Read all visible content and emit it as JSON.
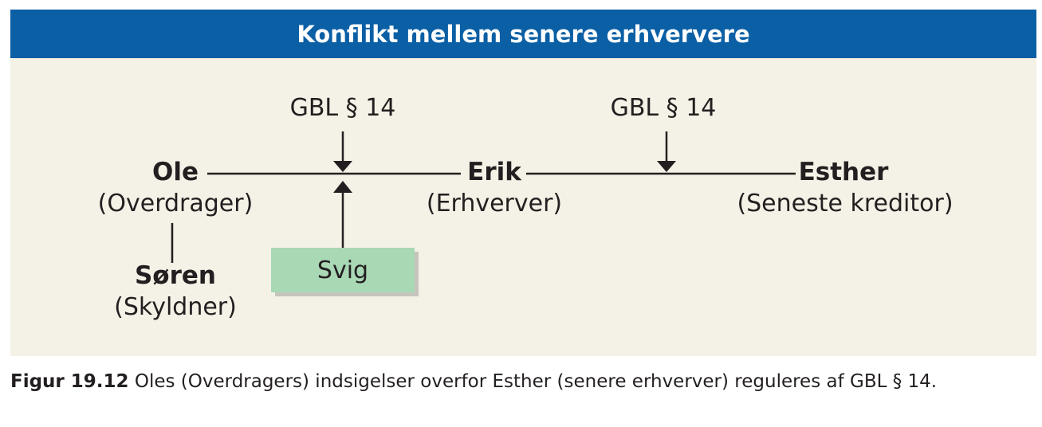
{
  "header": {
    "title": "Konflikt mellem senere erhververe"
  },
  "nodes": {
    "ole": {
      "name": "Ole",
      "role": "(Overdrager)"
    },
    "erik": {
      "name": "Erik",
      "role": "(Erhverver)"
    },
    "esther": {
      "name": "Esther",
      "role": "(Seneste kreditor)"
    },
    "soren": {
      "name": "Søren",
      "role": "(Skyldner)"
    }
  },
  "arrows": {
    "law_left": "GBL § 14",
    "law_right": "GBL § 14"
  },
  "svig": {
    "label": "Svig"
  },
  "colors": {
    "header_bg": "#0b5fa5",
    "panel_bg": "#f4f1e6",
    "svig_bg": "#a9d8b5",
    "line": "#231f20"
  },
  "caption": {
    "figure_label": "Figur 19.12",
    "text": "Oles (Overdragers) indsigelser overfor Esther (senere erhverver) reguleres af GBL § 14."
  }
}
